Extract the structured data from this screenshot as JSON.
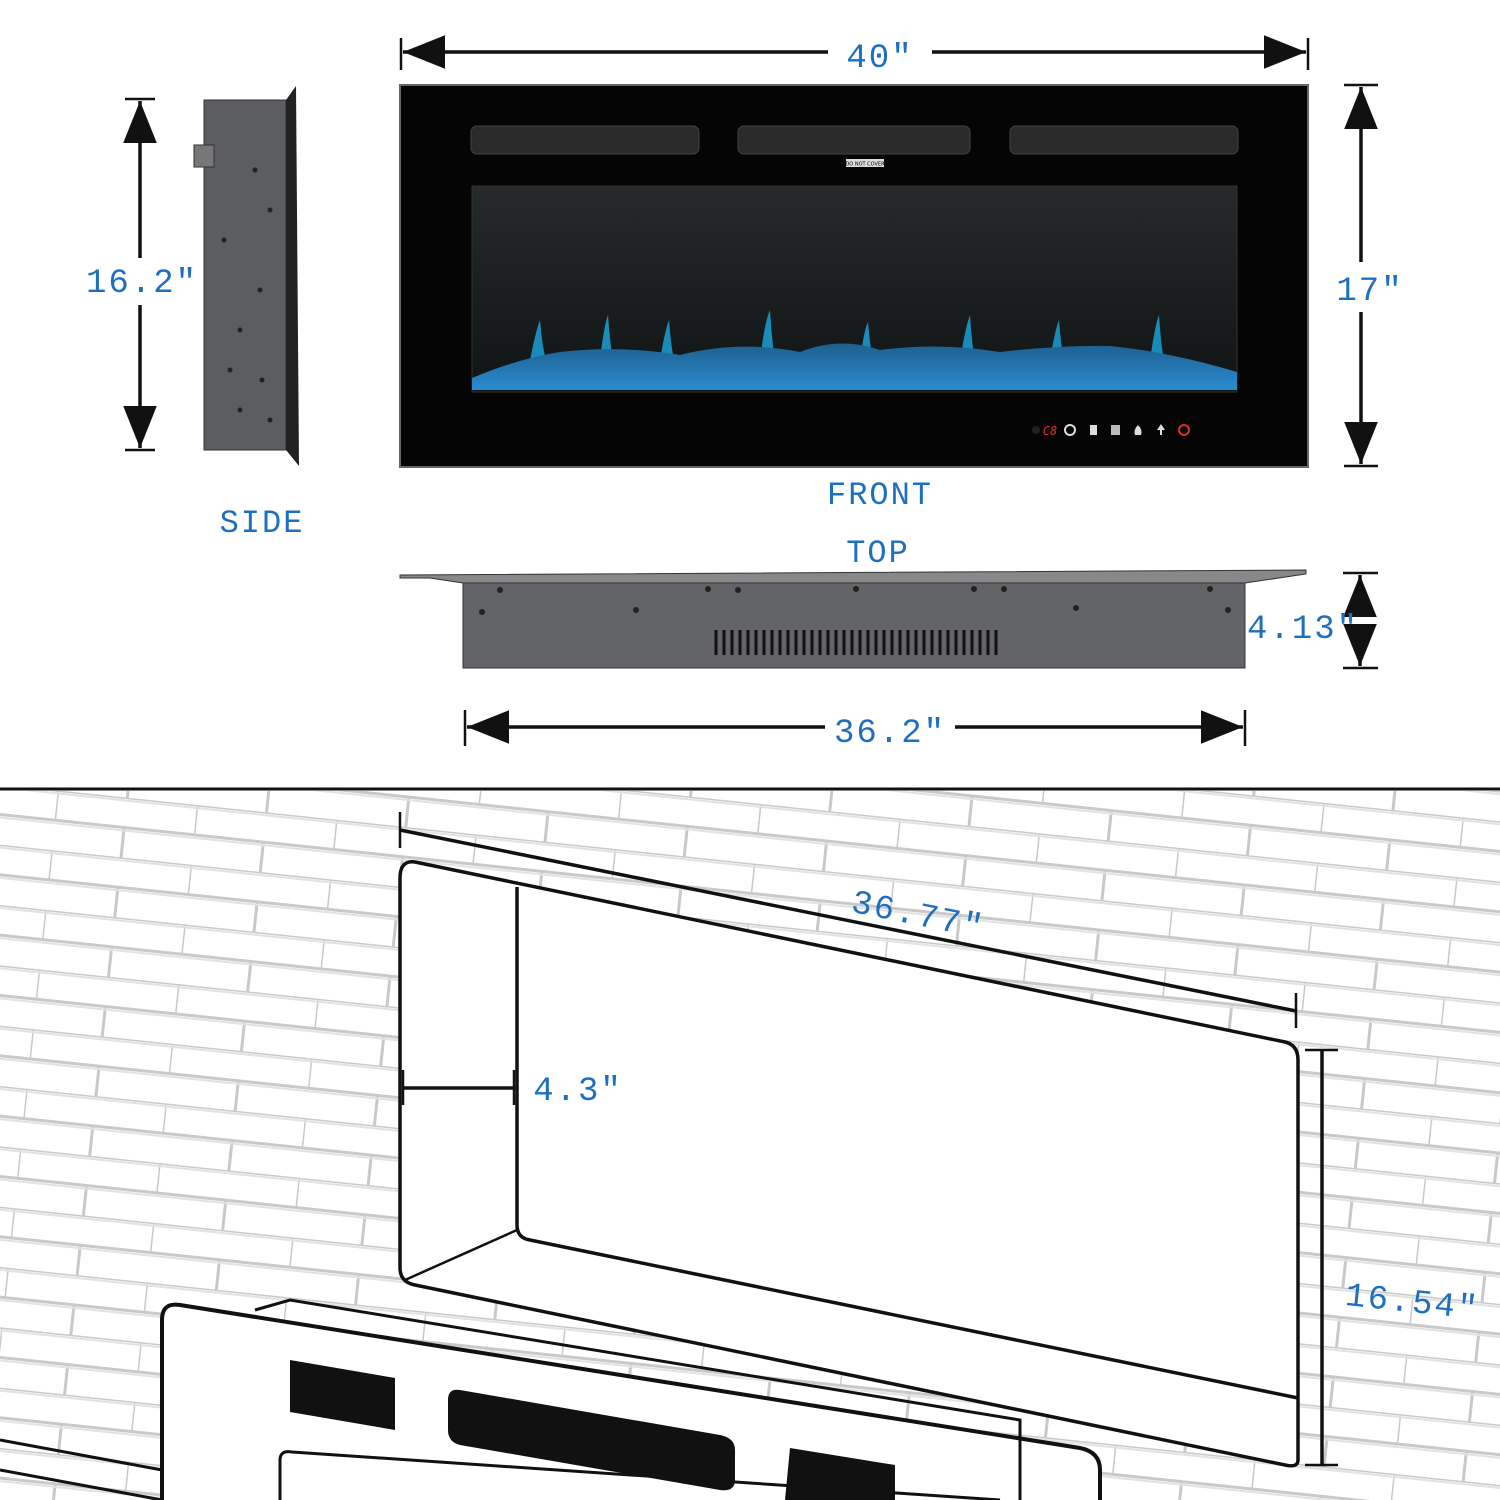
{
  "dimensions": {
    "front_width": "40\"",
    "front_height": "17\"",
    "side_height": "16.2\"",
    "top_depth": "4.13\"",
    "top_width": "36.2\"",
    "recess_width": "36.77\"",
    "recess_depth": "4.3\"",
    "recess_height": "16.54\""
  },
  "views": {
    "side": "SIDE",
    "front": "FRONT",
    "top": "TOP"
  },
  "fireplace": {
    "warning_label": "DO NOT COVER",
    "display_readout": "C8",
    "control_icons": [
      "timer-icon",
      "moon-icon",
      "fan-low-icon",
      "fan-high-icon",
      "flame-icon",
      "light-icon",
      "power-icon"
    ]
  },
  "colors": {
    "dimension_text": "#1f6fbf",
    "flame": "#1aa0d8",
    "display_red": "#e0301e"
  }
}
